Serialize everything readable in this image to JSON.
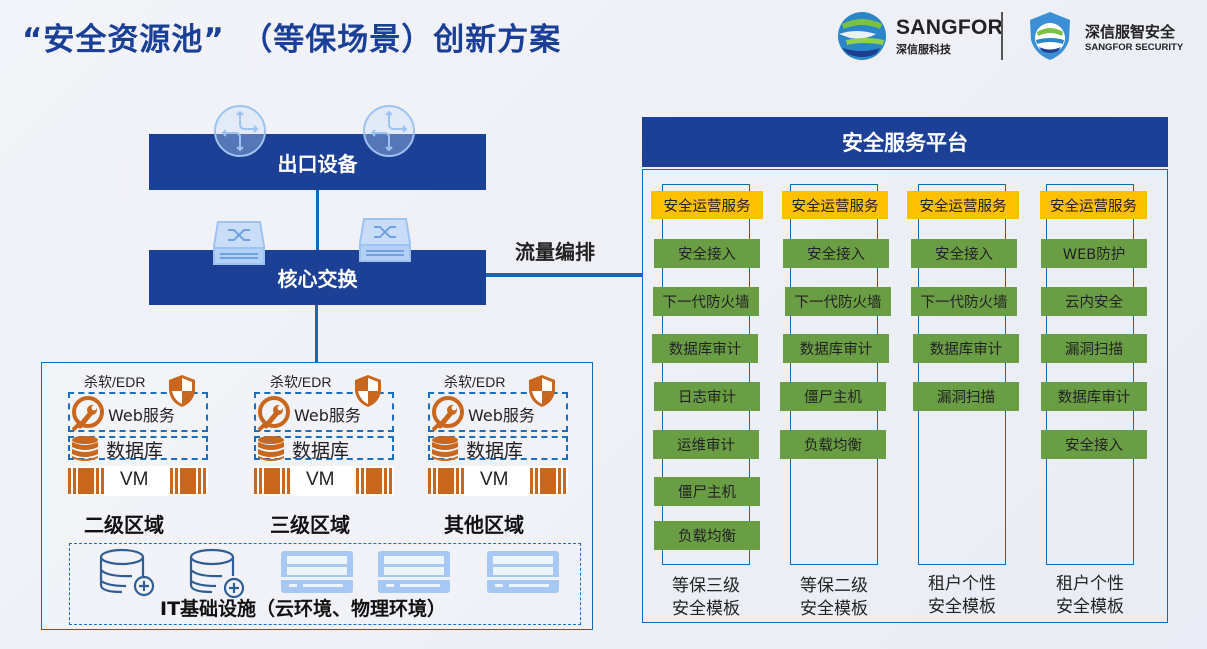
{
  "header": {
    "title": "“安全资源池”　（等保场景）创新方案",
    "logo_primary": {
      "name": "SANGFOR",
      "subtitle": "深信服科技"
    },
    "logo_secondary": {
      "name": "深信服智安全",
      "subtitle": "SANGFOR SECURITY"
    }
  },
  "network": {
    "egress_label": "出口设备",
    "core_label": "核心交换",
    "flow_label": "流量编排",
    "zones": [
      {
        "name": "二级区域",
        "edr": "杀软/EDR",
        "web": "Web服务",
        "db": "数据库",
        "vm": "VM"
      },
      {
        "name": "三级区域",
        "edr": "杀软/EDR",
        "web": "Web服务",
        "db": "数据库",
        "vm": "VM"
      },
      {
        "name": "其他区域",
        "edr": "杀软/EDR",
        "web": "Web服务",
        "db": "数据库",
        "vm": "VM"
      }
    ],
    "infrastructure_label": "IT基础设施（云环境、物理环境）"
  },
  "platform": {
    "title": "安全服务平台",
    "columns": [
      {
        "caption_line1": "等保三级",
        "caption_line2": "安全模板",
        "items": [
          "安全运营服务",
          "安全接入",
          "下一代防火墙",
          "数据库审计",
          "日志审计",
          "运维审计",
          "僵尸主机",
          "负载均衡"
        ]
      },
      {
        "caption_line1": "等保二级",
        "caption_line2": "安全模板",
        "items": [
          "安全运营服务",
          "安全接入",
          "下一代防火墙",
          "数据库审计",
          "僵尸主机",
          "负载均衡"
        ]
      },
      {
        "caption_line1": "租户个性",
        "caption_line2": "安全模板",
        "items": [
          "安全运营服务",
          "安全接入",
          "下一代防火墙",
          "数据库审计",
          "漏洞扫描"
        ]
      },
      {
        "caption_line1": "租户个性",
        "caption_line2": "安全模板",
        "items": [
          "安全运营服务",
          "WEB防护",
          "云内安全",
          "漏洞扫描",
          "数据库审计",
          "安全接入"
        ]
      }
    ]
  },
  "colors": {
    "title_blue": "#1a3f96",
    "bar_blue": "#1b4096",
    "line_blue": "#1269b8",
    "ops_yellow": "#ffc000",
    "service_green": "#6a9e44",
    "zone_orange": "#c8671d",
    "icon_light_blue": "#9cc3f2"
  }
}
